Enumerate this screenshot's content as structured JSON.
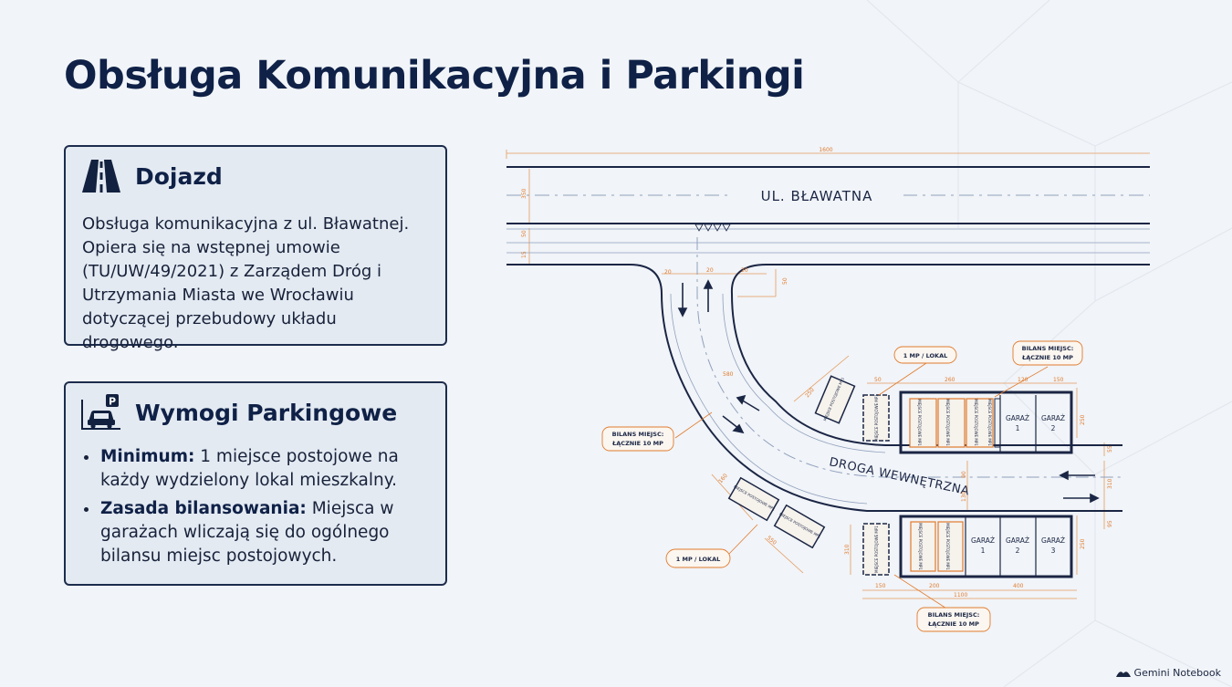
{
  "title": "Obsługa Komunikacyjna i Parkingi",
  "dojazd": {
    "heading": "Dojazd",
    "text": "Obsługa komunikacyjna z ul. Bławatnej. Opiera się na wstępnej umowie (TU/UW/49/2021) z Zarządem Dróg i Utrzymania Miasta we Wrocławiu dotyczącej przebudowy układu drogowego."
  },
  "parking": {
    "heading": "Wymogi Parkingowe",
    "items": [
      {
        "label": "Minimum:",
        "text": " 1 miejsce postojowe na każdy wydzielony lokal mieszkalny."
      },
      {
        "label": "Zasada bilansowania:",
        "text": " Miejsca w garażach wliczają się do ogólnego bilansu miejsc postojowych."
      }
    ]
  },
  "plan": {
    "street": "UL. BŁAWATNA",
    "internal_road": "DROGA WEWNĘTRZNA",
    "dims": {
      "total_width": "1600",
      "road_width": "350",
      "lane_a": "50",
      "lane_b": "15",
      "entry_a": "20",
      "entry_b": "20",
      "entry_c": "20",
      "entry_side": "50",
      "curve_a": "580",
      "curve_b": "250",
      "top_row_a": "50",
      "top_row_b": "260",
      "top_row_c": "120",
      "top_row_d": "150",
      "right_a": "250",
      "right_b": "55",
      "right_c": "310",
      "right_d": "95",
      "mid_a": "90",
      "mid_b": "130",
      "bottom_row_a": "150",
      "bottom_row_b": "200",
      "bottom_row_c": "400",
      "bottom_total": "1100",
      "bottom_left": "310",
      "bottom_right": "250",
      "lower_diag": "550",
      "lower_diag_b": "160"
    },
    "spots": {
      "top_single": "MIEJSCE POSTOJOWE MP1",
      "diag_single": "MIEJSCE POSTOJOWE MP1",
      "top_row": [
        "MIEJSCE POSTOJOWE MP1",
        "MIEJSCE POSTOJOWE MP1",
        "MIEJSCE POSTOJOWE MP1",
        "MIEJSCE POSTOJOWE MP1"
      ],
      "bottom_single": "MIEJSCE POSTOJOWE MP1",
      "bottom_row": [
        "MIEJSCE POSTOJOWE MP1",
        "MIEJSCE POSTOJOWE MP1"
      ],
      "diag_pair": [
        "MIEJSCE POSTOJOWE MP1",
        "MIEJSCE POSTOJOWE MP1"
      ]
    },
    "garages_top": [
      {
        "name": "GARAŻ",
        "num": "1"
      },
      {
        "name": "GARAŻ",
        "num": "2"
      }
    ],
    "garages_bottom": [
      {
        "name": "GARAŻ",
        "num": "1"
      },
      {
        "name": "GARAŻ",
        "num": "2"
      },
      {
        "name": "GARAŻ",
        "num": "3"
      }
    ],
    "callouts": {
      "mp_lokal_top": "1 MP / LOKAL",
      "bilans_top_1": "BILANS MIEJSC:",
      "bilans_top_2": "ŁĄCZNIE 10 MP",
      "bilans_left_1": "BILANS MIEJSC:",
      "bilans_left_2": "ŁĄCZNIE 10 MP",
      "mp_lokal_bottom": "1 MP / LOKAL",
      "bilans_bottom_1": "BILANS MIEJSC:",
      "bilans_bottom_2": "ŁĄCZNIE 10 MP"
    }
  },
  "brand": "Gemini Notebook",
  "colors": {
    "navy": "#0f2147",
    "orange": "#e07b2e",
    "card_bg": "#e4eaf2",
    "background": "#f1f4f8"
  }
}
